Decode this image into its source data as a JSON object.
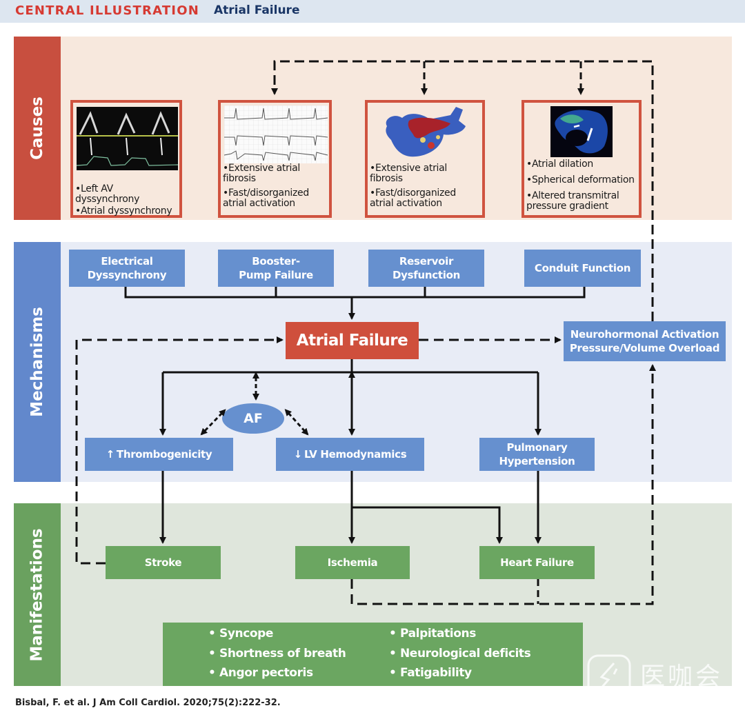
{
  "header": {
    "label": "CENTRAL ILLUSTRATION",
    "title": "Atrial Failure"
  },
  "sections": {
    "causes": "Causes",
    "mechanisms": "Mechanisms",
    "manifestations": "Manifestations"
  },
  "causes": [
    {
      "image": "doppler-echocardiogram",
      "bullets": [
        "•Left AV dyssynchrony",
        "•Atrial dyssynchrony"
      ]
    },
    {
      "image": "ecg-tracing",
      "bullets": [
        "•Extensive atrial fibrosis",
        "•Fast/disorganized atrial activation"
      ]
    },
    {
      "image": "atrial-fibrosis-map",
      "bullets": [
        "•Extensive atrial fibrosis",
        "•Fast/disorganized atrial activation"
      ]
    },
    {
      "image": "atrial-flow-imaging",
      "bullets": [
        "•Atrial dilation",
        "•Spherical deformation",
        "•Altered transmitral pressure gradient"
      ]
    }
  ],
  "mechanisms": {
    "top": [
      "Electrical Dyssynchrony",
      "Booster-Pump Failure",
      "Reservoir Dysfunction",
      "Conduit Function"
    ],
    "center": "Atrial Failure",
    "neurohormonal": [
      "Neurohormonal Activation",
      "Pressure/Volume Overload"
    ],
    "af": "AF",
    "thrombogenicity": {
      "arrow": "↑",
      "label": "Thrombogenicity"
    },
    "lv_hemodynamics": {
      "arrow": "↓",
      "label": "LV Hemodynamics"
    },
    "pulmonary": "Pulmonary Hypertension"
  },
  "manifestations": {
    "boxes": [
      "Stroke",
      "Ischemia",
      "Heart Failure"
    ],
    "symptoms_left": [
      "• Syncope",
      "• Shortness of breath",
      "• Angor pectoris"
    ],
    "symptoms_right": [
      "• Palpitations",
      "• Neurological deficits",
      "• Fatigability"
    ]
  },
  "citation": "Bisbal, F. et al. J Am Coll Cardiol. 2020;75(2):222-32.",
  "watermark": "医咖会",
  "colors": {
    "causes": "#c84f3f",
    "mechanisms": "#6288cc",
    "manifestations": "#6aa15f",
    "atrial_failure": "#cf4f3c"
  }
}
